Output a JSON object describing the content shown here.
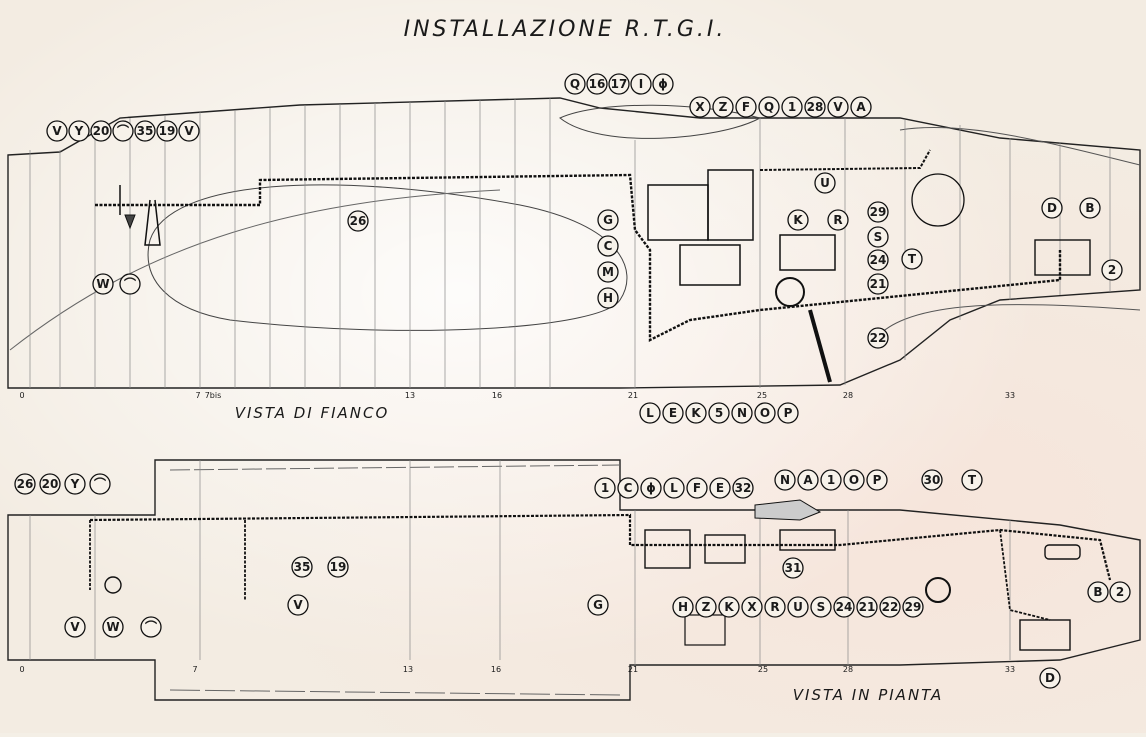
{
  "title": "INSTALLAZIONE  R.T.G.I.",
  "side_view": {
    "caption": "VISTA DI FIANCO",
    "stations": [
      "0",
      "7",
      "7bis",
      "13",
      "16",
      "21",
      "25",
      "28",
      "33"
    ],
    "labels_top_left": [
      "V",
      "Y",
      "20",
      "⌒",
      "35",
      "19",
      "V"
    ],
    "labels_top_center": [
      "Q",
      "16",
      "17",
      "I",
      "ϕ"
    ],
    "labels_top_right": [
      "X",
      "Z",
      "F",
      "Q",
      "1",
      "28",
      "V",
      "A"
    ],
    "labels_left_bottom": [
      "W",
      "⌒"
    ],
    "label_26": "26",
    "labels_left_of_equipment": [
      "G",
      "C",
      "M",
      "H"
    ],
    "labels_right_of_equipment": [
      "K",
      "R",
      "S",
      "24",
      "21",
      "22"
    ],
    "label_U": "U",
    "label_29": "29",
    "label_T": "T",
    "labels_tail": [
      "D",
      "B",
      "2"
    ],
    "labels_bottom": [
      "L",
      "E",
      "K",
      "5",
      "N",
      "O",
      "P"
    ]
  },
  "plan_view": {
    "caption": "VISTA IN PIANTA",
    "stations": [
      "0",
      "7",
      "13",
      "16",
      "21",
      "25",
      "28",
      "33"
    ],
    "labels_top_left": [
      "26",
      "20",
      "Y",
      "⌒"
    ],
    "labels_left_bottom": [
      "V",
      "W",
      "⌒"
    ],
    "labels_mid": [
      "35",
      "19",
      "V"
    ],
    "labels_top_center": [
      "1",
      "C",
      "ϕ",
      "L",
      "F",
      "E",
      "32"
    ],
    "labels_top_right": [
      "N",
      "A",
      "1",
      "O",
      "P"
    ],
    "labels_far_right": [
      "30",
      "T"
    ],
    "label_G": "G",
    "labels_bottom": [
      "H",
      "Z",
      "K",
      "X",
      "R",
      "U",
      "S",
      "24",
      "21",
      "22",
      "29"
    ],
    "label_31": "31",
    "labels_tail": [
      "B",
      "2",
      "D"
    ]
  }
}
